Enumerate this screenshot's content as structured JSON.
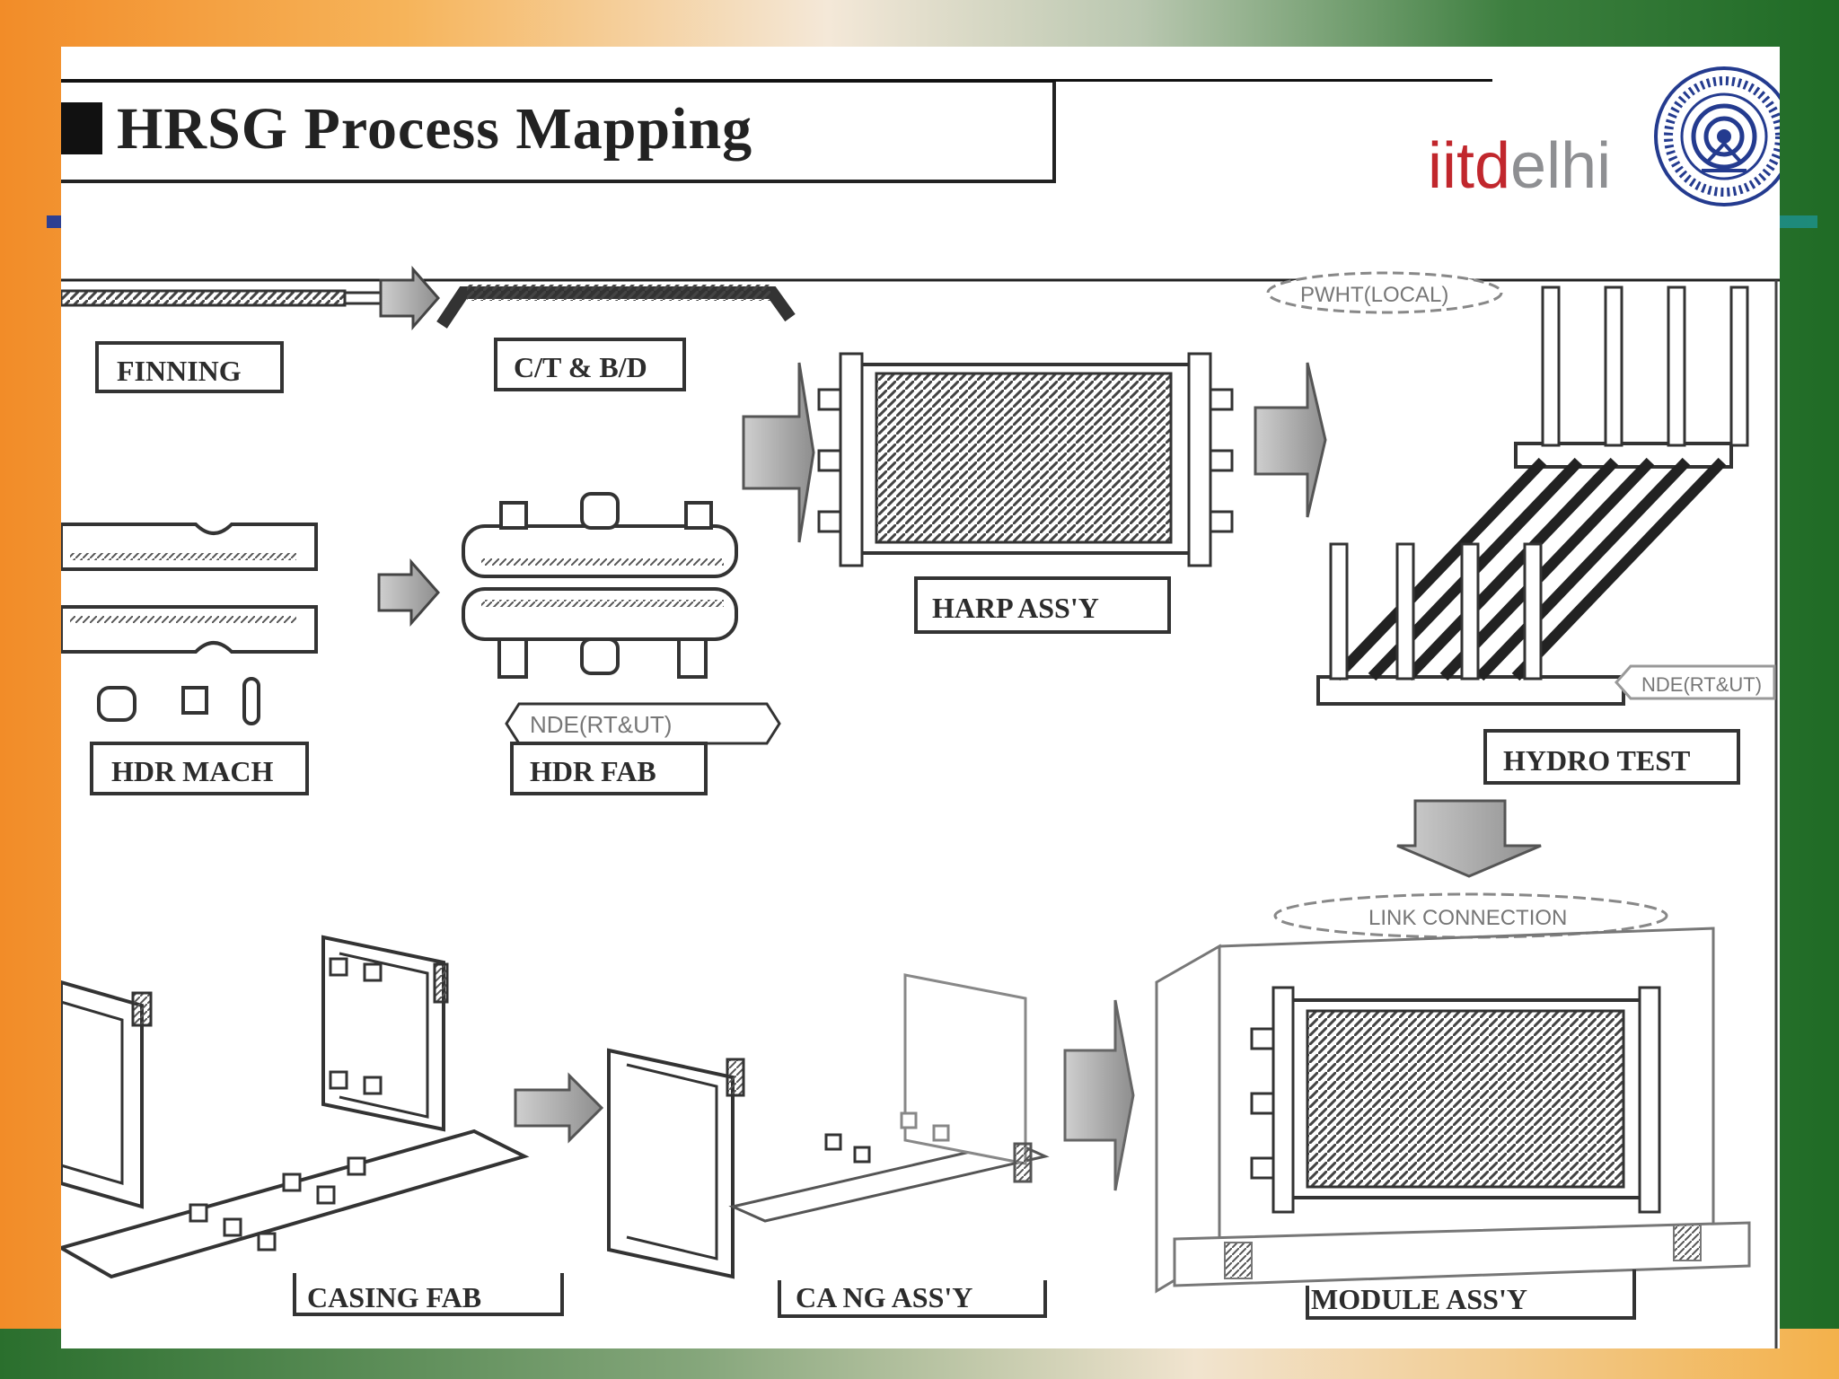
{
  "slide": {
    "title": "HRSG Process Mapping",
    "logo": {
      "text_red": "iitd",
      "text_grey": "elhi"
    }
  },
  "diagram": {
    "steps": {
      "finning": "FINNING",
      "ct_bd": "C/T & B/D",
      "hdr_mach": "HDR MACH",
      "hdr_fab": "HDR FAB",
      "harp_assy": "HARP ASS'Y",
      "hydro_test": "HYDRO TEST",
      "casing_fab": "CASING FAB",
      "casing_assy": "CA  NG ASS'Y",
      "module_assy": "MODULE ASS'Y"
    },
    "annotations": {
      "nde_hdr": "NDE(RT&UT)",
      "nde_hydro": "NDE(RT&UT)",
      "pwht": "PWHT(LOCAL)",
      "link_connection": "LINK CONNECTION"
    }
  },
  "colors": {
    "title_band": "#2d3f92",
    "logo_red": "#c1272d",
    "logo_grey": "#8e8f92",
    "drawing_ink": "#333333"
  }
}
